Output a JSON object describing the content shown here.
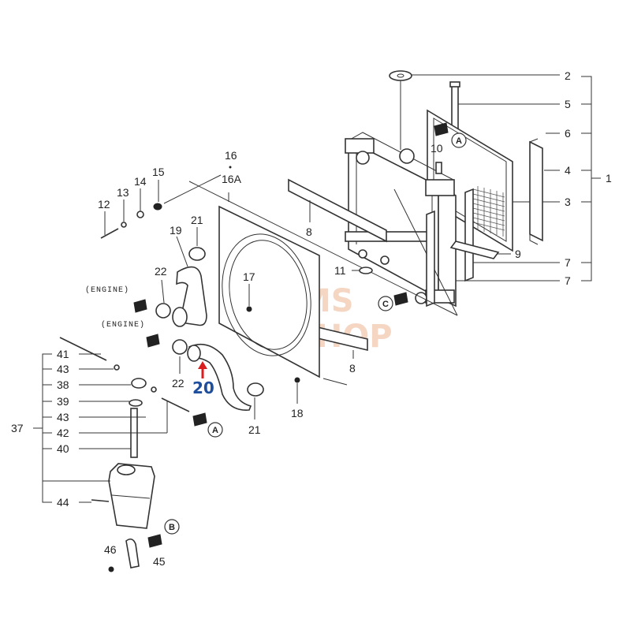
{
  "watermark": {
    "line1": "MS",
    "line2": "SHOP"
  },
  "engine_labels": [
    "(ENGINE)",
    "(ENGINE)"
  ],
  "highlight": {
    "part": "20",
    "color": "#1f4e9c",
    "arrow_color": "#d81e1e"
  },
  "callouts": {
    "a": "A",
    "b": "B",
    "c": "C"
  },
  "labels": {
    "p1": "1",
    "p2": "2",
    "p3": "3",
    "p4": "4",
    "p5": "5",
    "p6": "6",
    "p7a": "7",
    "p7b": "7",
    "p8a": "8",
    "p8b": "8",
    "p9": "9",
    "p10": "10",
    "p11": "11",
    "p12": "12",
    "p13": "13",
    "p14": "14",
    "p15": "15",
    "p16": "16",
    "p16a": "16A",
    "p17": "17",
    "p18": "18",
    "p19": "19",
    "p21a": "21",
    "p21b": "21",
    "p22a": "22",
    "p22b": "22",
    "p37": "37",
    "p38": "38",
    "p39": "39",
    "p40": "40",
    "p41": "41",
    "p42": "42",
    "p43a": "43",
    "p43b": "43",
    "p44": "44",
    "p45": "45",
    "p46": "46"
  }
}
